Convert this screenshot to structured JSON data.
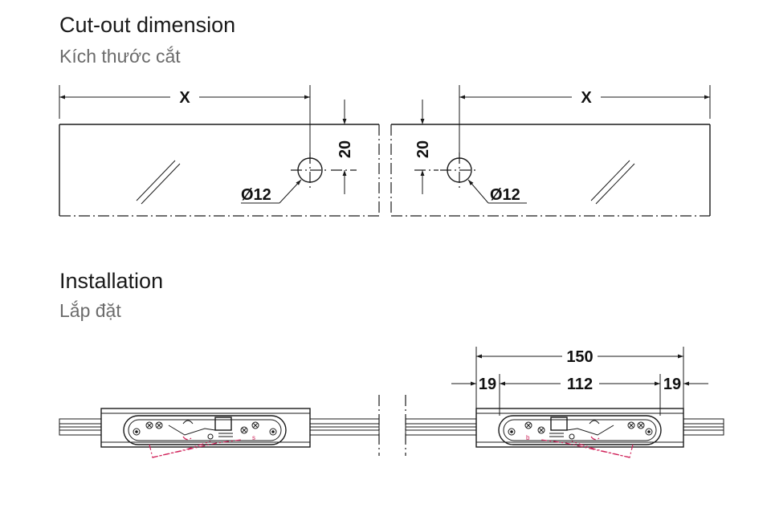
{
  "sections": {
    "cutout": {
      "title": "Cut-out dimension",
      "subtitle": "Kích thước cắt"
    },
    "installation": {
      "title": "Installation",
      "subtitle": "Lắp đặt"
    }
  },
  "dimensions": {
    "width_label": "X",
    "hole_offset": "20",
    "hole_diameter": "Ø12",
    "overall_length": "150",
    "hole_spacing": "112",
    "end_offset": "19"
  },
  "colors": {
    "line": "#1a1a1a",
    "accent": "#d0225a",
    "subtitle": "#6b6b6b"
  }
}
